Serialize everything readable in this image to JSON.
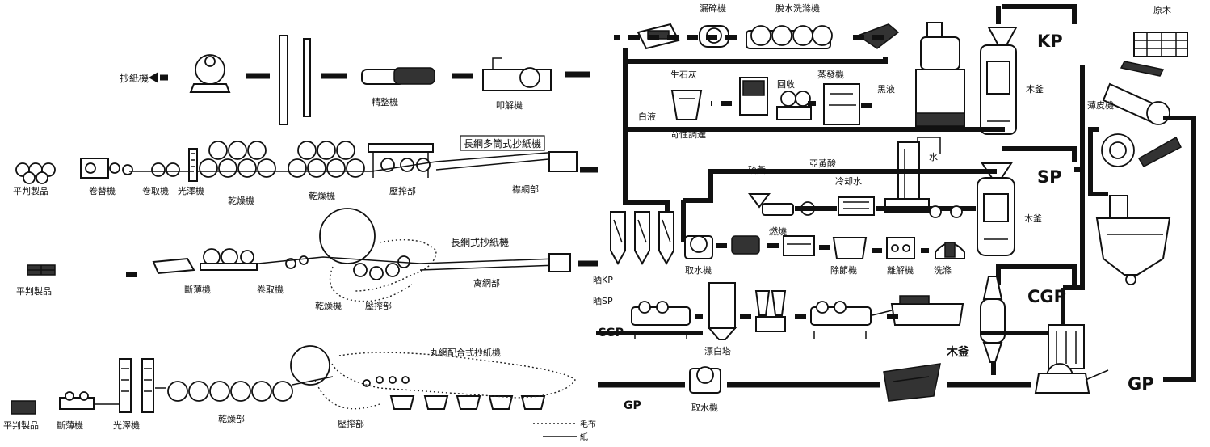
{
  "process_labels": {
    "kp": "KP",
    "sp": "SP",
    "cgp": "CGP",
    "gp": "GP",
    "cgp_small": "CGP",
    "gp_small": "GP"
  },
  "raw_material": {
    "log": "原木",
    "debarker": "薄皮機",
    "digester_kp": "木釜",
    "digester_sp": "木釜",
    "digester_cgp": "木釜"
  },
  "kp_line": {
    "crusher": "漏碎機",
    "washer": "脫水洗滌機",
    "black_liquor": "黑液",
    "quicklime": "生石灰",
    "white_liquor": "白液",
    "causticizing": "苛性調達",
    "recovery": "回收",
    "evaporator": "蒸發機"
  },
  "sp_line": {
    "sulfur": "硫黃",
    "sulfurous_acid": "亞黃酸",
    "cooling_water": "冷却水",
    "water": "水",
    "burner": "燃燒",
    "knotter": "除節機",
    "defibrator": "離解機",
    "washing": "洗滌",
    "dewatering": "取水機",
    "pulp_kp": "晒KP",
    "pulp_sp": "晒SP",
    "bleach_tower": "漂白塔"
  },
  "gp_line": {
    "dewatering": "取水機"
  },
  "stock_prep": {
    "beater": "叩解機",
    "refiner": "精整機",
    "to_machine": "抄紙機"
  },
  "multi_cylinder_machine": {
    "title": "長網多筒式抄紙機",
    "flat_product": "平判製品",
    "rewinder": "卷替機",
    "reel": "卷取機",
    "calender": "光澤機",
    "dryer1": "乾燥機",
    "dryer2": "乾燥機",
    "press": "壓搾部",
    "wire": "襟網部"
  },
  "fourdrinier_yankee": {
    "title": "長網式抄紙機",
    "flat_product": "平判製品",
    "cutter": "斷薄機",
    "reel": "卷取機",
    "dryer": "乾燥機",
    "press": "壓搾部",
    "wire": "禽網部"
  },
  "cylinder_machine": {
    "title": "丸網配合式抄紙機",
    "flat_product": "平判製品",
    "cutter": "斷薄機",
    "calender": "光澤機",
    "dryer": "乾燥部",
    "press": "壓搾部"
  },
  "legend": {
    "felt": "毛布",
    "paper": "紙"
  }
}
